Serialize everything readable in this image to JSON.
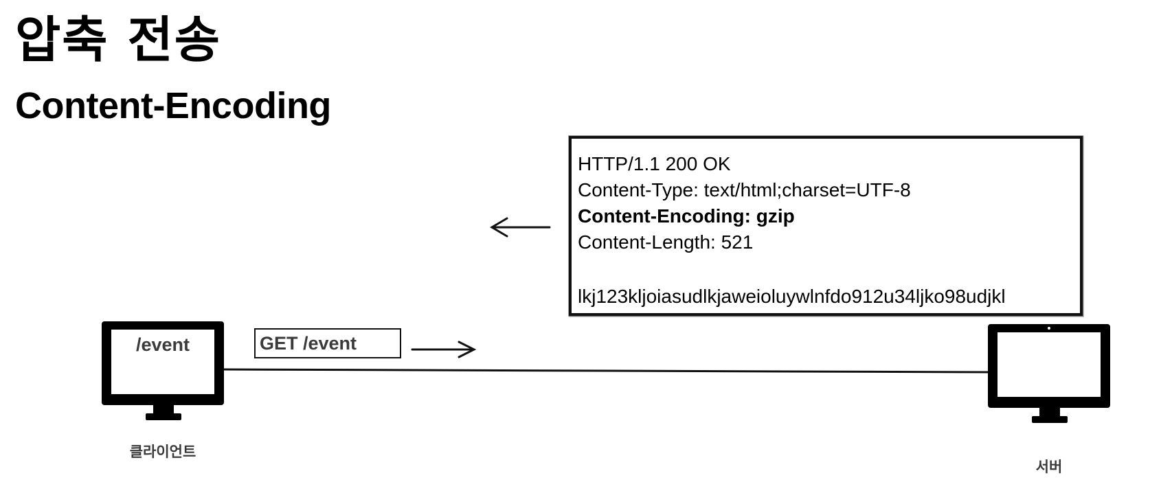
{
  "title": "압축 전송",
  "subtitle": "Content-Encoding",
  "response": {
    "lines": [
      {
        "text": "HTTP/1.1 200 OK",
        "bold": false
      },
      {
        "text": "Content-Type: text/html;charset=UTF-8",
        "bold": false
      },
      {
        "text": "Content-Encoding: gzip",
        "bold": true
      },
      {
        "text": "Content-Length: 521",
        "bold": false
      },
      {
        "text": "",
        "bold": false
      },
      {
        "text": "lkj123kljoiasudlkjaweioluywlnfdo912u34ljko98udjkl",
        "bold": false
      }
    ]
  },
  "request": {
    "label": "GET /event"
  },
  "client": {
    "screen_text": "/event",
    "label": "클라이언트"
  },
  "server": {
    "label": "서버"
  },
  "colors": {
    "ink": "#000000",
    "muted_text": "#3a3a3a",
    "background": "#ffffff"
  }
}
